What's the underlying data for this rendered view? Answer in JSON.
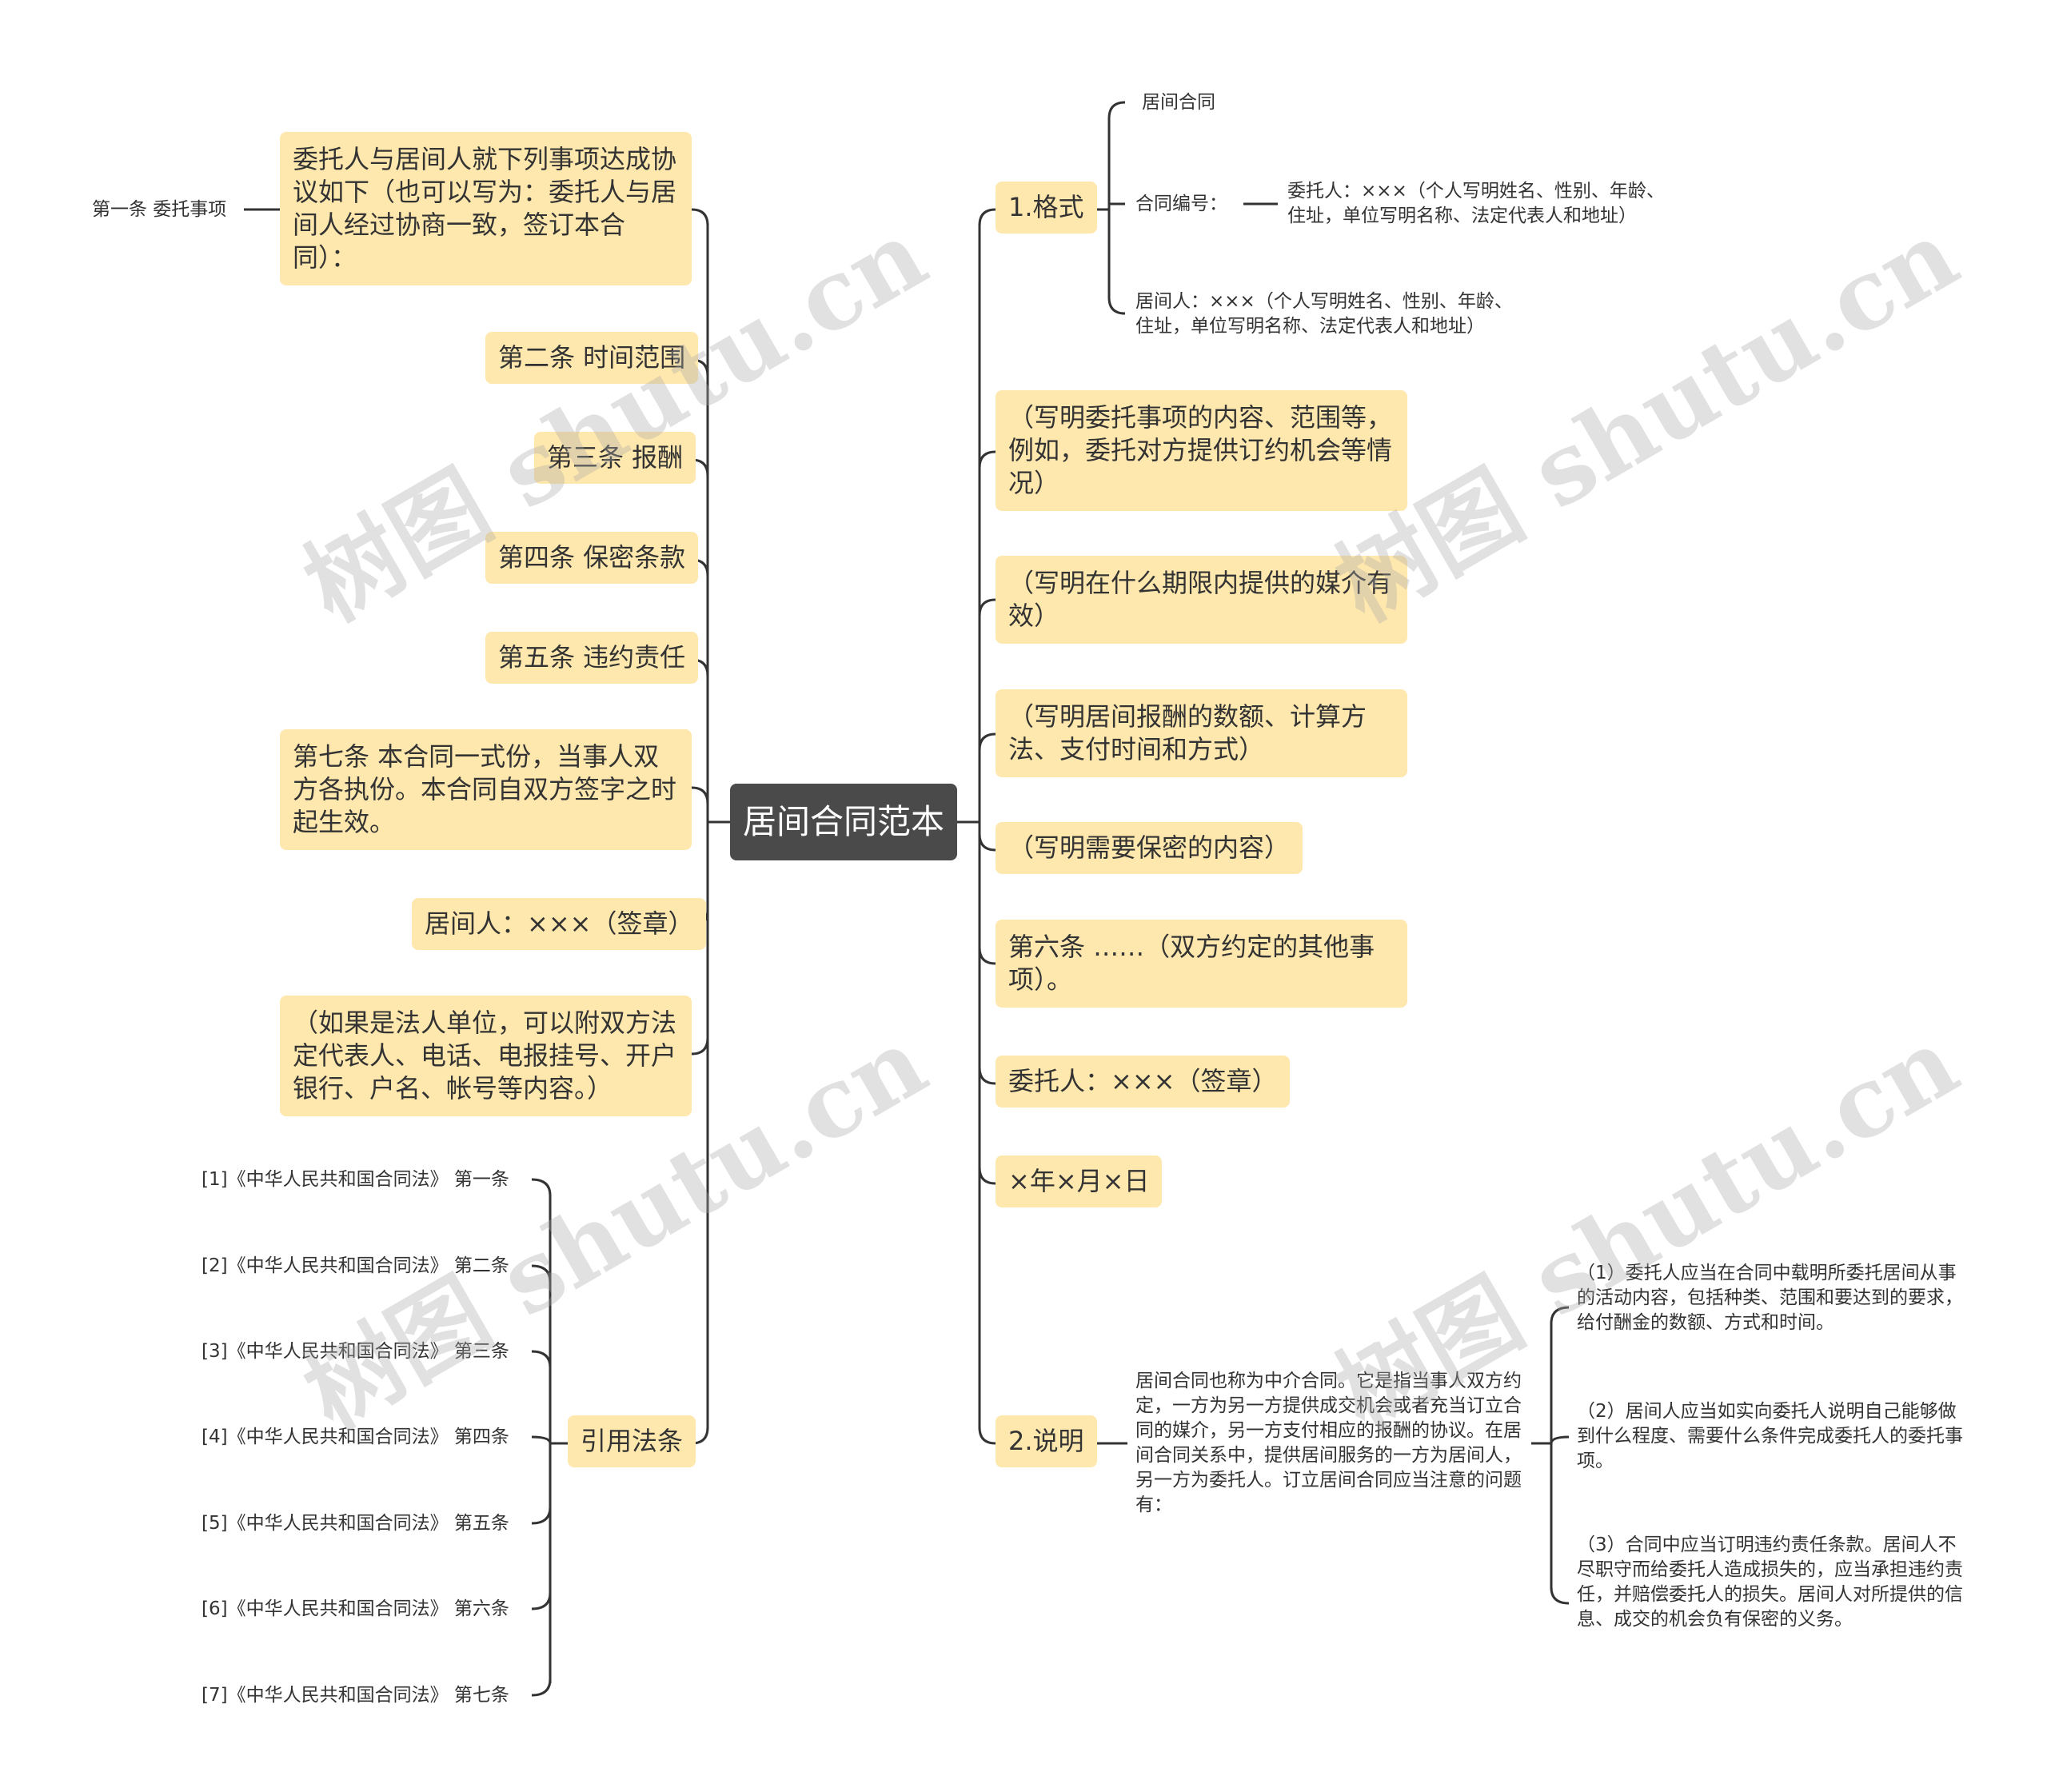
{
  "root": "居间合同范本",
  "left": {
    "article1_label": "第一条 委托事项",
    "article1_text": "委托人与居间人就下列事项达成协议如下（也可以写为：委托人与居间人经过协商一致，签订本合同）：",
    "article2": "第二条 时间范围",
    "article3": "第三条 报酬",
    "article4": "第四条 保密条款",
    "article5": "第五条 违约责任",
    "article7": "第七条 本合同一式份，当事人双方各执份。本合同自双方签字之时起生效。",
    "intermediary_sign": "居间人：×××（签章）",
    "legal_entity_note": "（如果是法人单位，可以附双方法定代表人、电话、电报挂号、开户银行、户名、帐号等内容。）",
    "citations_label": "引用法条",
    "citations": [
      "[1]《中华人民共和国合同法》 第一条",
      "[2]《中华人民共和国合同法》 第二条",
      "[3]《中华人民共和国合同法》 第三条",
      "[4]《中华人民共和国合同法》 第四条",
      "[5]《中华人民共和国合同法》 第五条",
      "[6]《中华人民共和国合同法》 第六条",
      "[7]《中华人民共和国合同法》 第七条"
    ]
  },
  "right": {
    "format_label": "1.格式",
    "format_title": "居间合同",
    "contract_no": "合同编号：",
    "client_info": "委托人：×××（个人写明姓名、性别、年龄、住址，单位写明名称、法定代表人和地址）",
    "intermediary_info": "居间人：×××（个人写明姓名、性别、年龄、住址，单位写明名称、法定代表人和地址）",
    "item1": "（写明委托事项的内容、范围等，例如，委托对方提供订约机会等情况）",
    "item2": "（写明在什么期限内提供的媒介有效）",
    "item3": "（写明居间报酬的数额、计算方法、支付时间和方式）",
    "item4": "（写明需要保密的内容）",
    "article6": "第六条 ……（双方约定的其他事项）。",
    "client_sign": "委托人：×××（签章）",
    "date": "×年×月×日",
    "explain_label": "2.说明",
    "explain_text": "居间合同也称为中介合同。它是指当事人双方约定，一方为另一方提供成交机会或者充当订立合同的媒介，另一方支付相应的报酬的协议。在居间合同关系中，提供居间服务的一方为居间人，另一方为委托人。订立居间合同应当注意的问题有：",
    "notes": [
      "（1）委托人应当在合同中载明所委托居间从事的活动内容，包括种类、范围和要达到的要求，给付酬金的数额、方式和时间。",
      "（2）居间人应当如实向委托人说明自己能够做到什么程度、需要什么条件完成委托人的委托事项。",
      "（3）合同中应当订明违约责任条款。居间人不尽职守而给委托人造成损失的，应当承担违约责任，并赔偿委托人的损失。居间人对所提供的信息、成交的机会负有保密的义务。"
    ]
  },
  "watermark": "树图 shutu.cn",
  "colors": {
    "node_fill": "#FFE8AE",
    "root_fill": "#4A4A4A",
    "line": "#333333"
  }
}
